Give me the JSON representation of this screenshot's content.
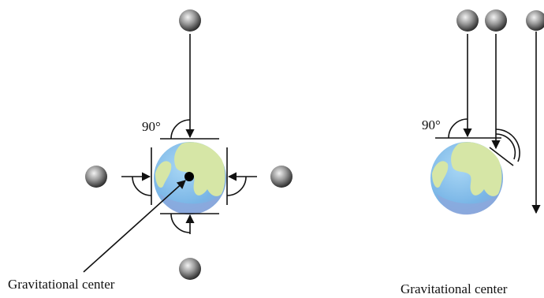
{
  "left_panel": {
    "caption": "Gravitational center",
    "angle_label": "90°"
  },
  "right_panel": {
    "caption": "Gravitational center",
    "angle_label": "90°"
  },
  "colors": {
    "ocean": "#7ab8e8",
    "land": "#d6e6a6",
    "ball_dark": "#2a2a2a",
    "ball_light": "#e8e8e8",
    "line": "#111111"
  }
}
